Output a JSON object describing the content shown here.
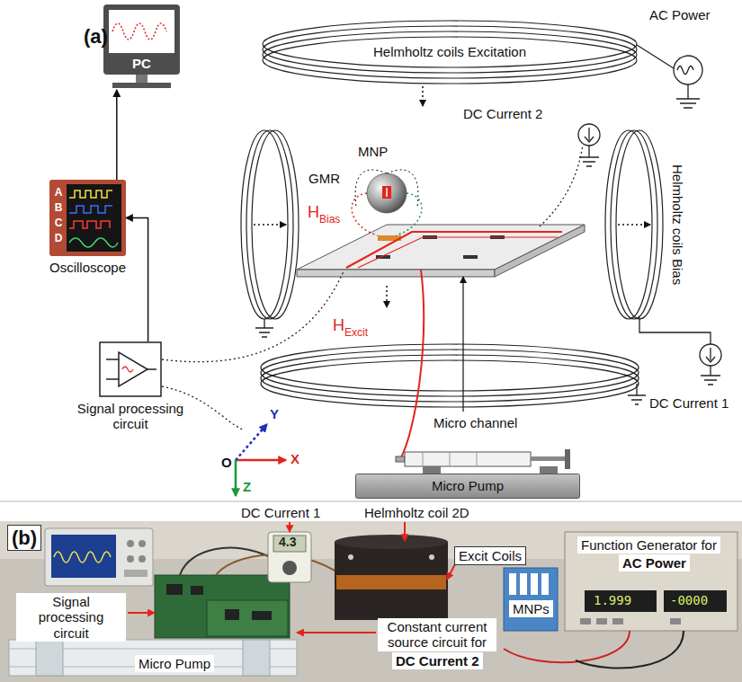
{
  "diagram": {
    "nodes": [
      {
        "text": [
          "PC"
        ]
      },
      {
        "text": [
          "Oscilloscope",
          "A",
          "B",
          "C",
          "D"
        ]
      },
      {
        "text": [
          "Signal processing circuit"
        ]
      },
      {
        "text": [
          "Helmholtz coils Excitation"
        ]
      },
      {
        "text": [
          "Micro Pump"
        ]
      }
    ],
    "edges": [
      {
        "from": 1,
        "to": 0,
        "arrow": "to"
      },
      {
        "from": 2,
        "to": 1,
        "arrow": "to"
      }
    ],
    "labels": [
      "(a)",
      "AC Power",
      "DC Current 2",
      "MNP",
      "GMR",
      "H",
      "Bias",
      "Helmholtz coils Bias",
      "H",
      "Excit",
      "Micro channel",
      "DC Current 1",
      "Y",
      "X",
      "O",
      "Z",
      "(b)",
      "DC Current 1",
      "Helmholtz coil 2D",
      "Excit Coils",
      "Function Generator for",
      "AC Power",
      "Signal processing circuit",
      "MNPs",
      "Constant current source circuit for",
      "DC Current 2",
      "Micro Pump",
      "4.3",
      "1.999",
      "-0000"
    ]
  }
}
